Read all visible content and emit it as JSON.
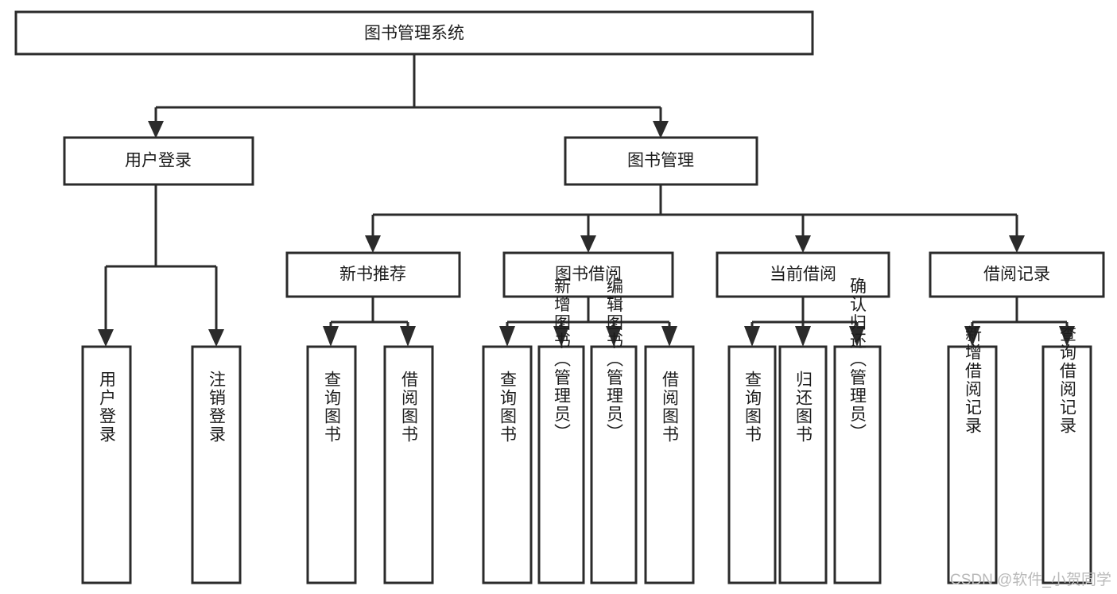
{
  "diagram": {
    "title": "图书管理系统",
    "type": "tree-hierarchy-chart",
    "root": {
      "id": "root",
      "label": "图书管理系统"
    },
    "level1": [
      {
        "id": "user-login",
        "label": "用户登录"
      },
      {
        "id": "book-manage",
        "label": "图书管理"
      }
    ],
    "level2": [
      {
        "id": "new-book-recommend",
        "label": "新书推荐",
        "parent": "book-manage"
      },
      {
        "id": "book-borrow",
        "label": "图书借阅",
        "parent": "book-manage"
      },
      {
        "id": "current-borrow",
        "label": "当前借阅",
        "parent": "book-manage"
      },
      {
        "id": "borrow-record",
        "label": "借阅记录",
        "parent": "book-manage"
      }
    ],
    "leaves": [
      {
        "id": "leaf-user-login",
        "label": "用户登录",
        "parent": "user-login"
      },
      {
        "id": "leaf-logout",
        "label": "注销登录",
        "parent": "user-login"
      },
      {
        "id": "leaf-query-book-1",
        "label": "查询图书",
        "parent": "new-book-recommend"
      },
      {
        "id": "leaf-borrow-book-1",
        "label": "借阅图书",
        "parent": "new-book-recommend"
      },
      {
        "id": "leaf-query-book-2",
        "label": "查询图书",
        "parent": "book-borrow"
      },
      {
        "id": "leaf-add-book",
        "label": "新增图书（管理员）",
        "parent": "book-borrow"
      },
      {
        "id": "leaf-edit-book",
        "label": "编辑图书（管理员）",
        "parent": "book-borrow"
      },
      {
        "id": "leaf-borrow-book-2",
        "label": "借阅图书",
        "parent": "book-borrow"
      },
      {
        "id": "leaf-query-book-3",
        "label": "查询图书",
        "parent": "current-borrow"
      },
      {
        "id": "leaf-return-book",
        "label": "归还图书",
        "parent": "current-borrow"
      },
      {
        "id": "leaf-confirm-return",
        "label": "确认归还（管理员）",
        "parent": "current-borrow"
      },
      {
        "id": "leaf-add-record",
        "label": "新增借阅记录",
        "parent": "borrow-record"
      },
      {
        "id": "leaf-query-record",
        "label": "查询借阅记录",
        "parent": "borrow-record"
      }
    ],
    "colors": {
      "stroke": "#2b2b2b",
      "fill": "#ffffff",
      "text": "#1c1c1c",
      "watermark": "#b9b9b9"
    }
  },
  "watermark": {
    "text": "CSDN @软件_小贺同学"
  }
}
